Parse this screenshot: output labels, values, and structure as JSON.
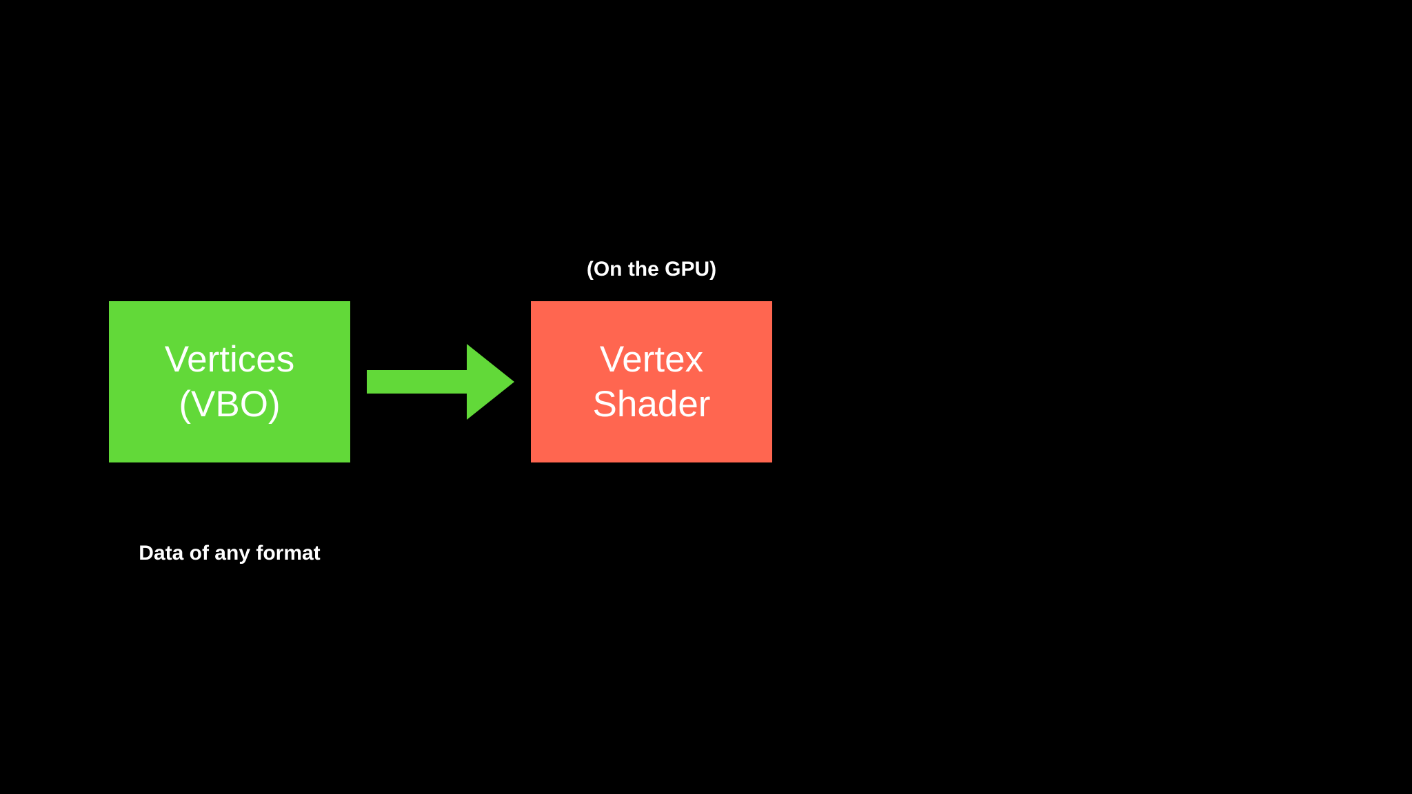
{
  "colors": {
    "background": "#000000",
    "vertices_box": "#62d939",
    "shader_box": "#ff6650",
    "arrow": "#62d939",
    "text": "#ffffff"
  },
  "vertices_box": {
    "line1": "Vertices",
    "line2": "(VBO)"
  },
  "shader_box": {
    "line1": "Vertex",
    "line2": "Shader"
  },
  "captions": {
    "gpu_note": "(On the GPU)",
    "data_note": "Data of any format"
  }
}
